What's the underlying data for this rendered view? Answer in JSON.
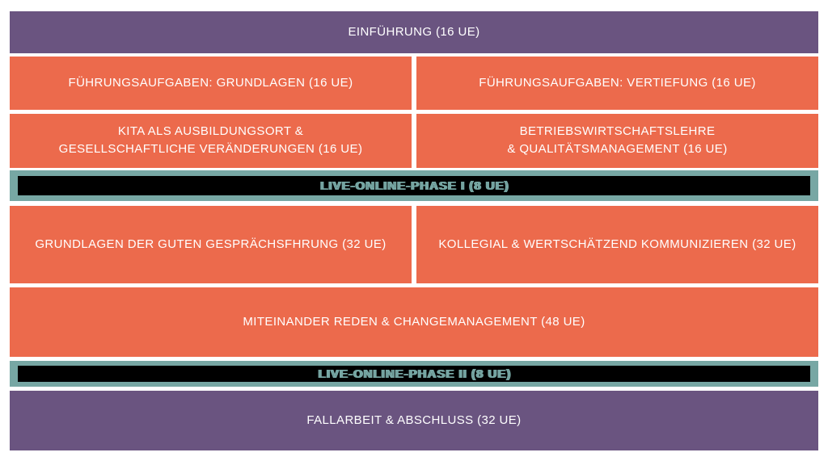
{
  "colors": {
    "purple": "#6A5480",
    "orange": "#EC6A4C",
    "teal": "#77A7A4",
    "black": "#000000",
    "text-light": "#FFFFFF",
    "bg": "#FFFFFF"
  },
  "modules": {
    "intro": {
      "label": "EINFÜHRUNG (16 UE)"
    },
    "fuehrung_grundlagen": {
      "label": "FÜHRUNGSAUFGABEN: GRUNDLAGEN (16 UE)"
    },
    "fuehrung_vertiefung": {
      "label": "FÜHRUNGSAUFGABEN: VERTIEFUNG (16 UE)"
    },
    "kita_ausbildungsort": {
      "line1": "KITA ALS AUSBILDUNGSORT &",
      "line2": "GESELLSCHAFTLICHE VERÄNDERUNGEN (16 UE)"
    },
    "bwl_qualitaet": {
      "line1": "BETRIEBSWIRTSCHAFTSLEHRE",
      "line2": "& QUALITÄTSMANAGEMENT (16 UE)"
    },
    "online_phase_1": {
      "label": "LIVE-ONLINE-PHASE I (8 UE)"
    },
    "gespraechsfuehrung": {
      "label": "GRUNDLAGEN DER GUTEN GESPRÄCHSFHRUNG (32 UE)"
    },
    "kollegial_kommunizieren": {
      "label": "KOLLEGIAL & WERTSCHÄTZEND KOMMUNIZIEREN (32 UE)"
    },
    "miteinander_reden": {
      "label": "MITEINANDER REDEN & CHANGEMANAGEMENT (48 UE)"
    },
    "online_phase_2": {
      "label": "LIVE-ONLINE-PHASE II (8 UE)"
    },
    "fallarbeit_abschluss": {
      "label": "FALLARBEIT & ABSCHLUSS (32 UE)"
    }
  }
}
